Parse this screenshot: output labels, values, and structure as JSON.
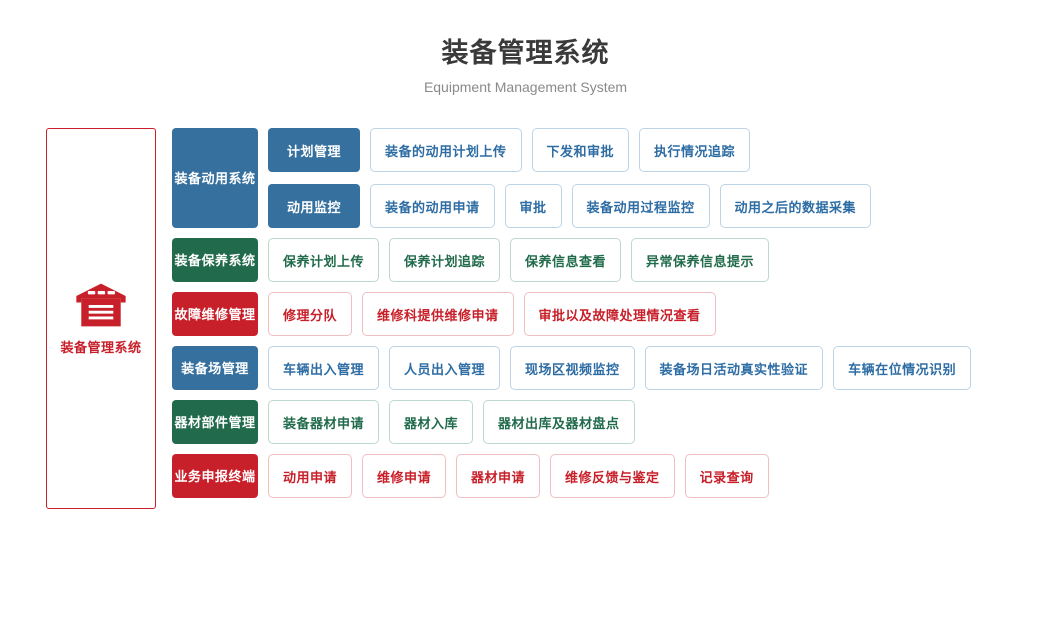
{
  "header": {
    "title": "装备管理系统",
    "subtitle": "Equipment Management System"
  },
  "brand": {
    "icon": "warehouse-icon",
    "label": "装备管理系统",
    "color": "#c8202a"
  },
  "palette": {
    "blue": "#35709e",
    "green": "#216b4c",
    "red": "#c8202a",
    "blue_chip_border": "#bcd4e6",
    "green_chip_border": "#bcd9cb",
    "red_chip_border": "#f0bfc2",
    "blue_chip_text": "#2e6da4",
    "title_color": "#3a3a3a",
    "subtitle_color": "#8a8a8a"
  },
  "groups": [
    {
      "label": "装备动用系统",
      "color": "blue",
      "stacked": true,
      "subrows": [
        {
          "label": "计划管理",
          "items": [
            "装备的动用计划上传",
            "下发和审批",
            "执行情况追踪"
          ]
        },
        {
          "label": "动用监控",
          "items": [
            "装备的动用申请",
            "审批",
            "装备动用过程监控",
            "动用之后的数据采集"
          ]
        }
      ]
    },
    {
      "label": "装备保养系统",
      "color": "green",
      "stacked": false,
      "items": [
        "保养计划上传",
        "保养计划追踪",
        "保养信息查看",
        "异常保养信息提示"
      ]
    },
    {
      "label": "故障维修管理",
      "color": "red",
      "stacked": false,
      "items": [
        "修理分队",
        "维修科提供维修申请",
        "审批以及故障处理情况查看"
      ]
    },
    {
      "label": "装备场管理",
      "color": "blue",
      "stacked": false,
      "items": [
        "车辆出入管理",
        "人员出入管理",
        "现场区视频监控",
        "装备场日活动真实性验证",
        "车辆在位情况识别"
      ]
    },
    {
      "label": "器材部件管理",
      "color": "green",
      "stacked": false,
      "items": [
        "装备器材申请",
        "器材入库",
        "器材出库及器材盘点"
      ]
    },
    {
      "label": "业务申报终端",
      "color": "red",
      "stacked": false,
      "items": [
        "动用申请",
        "维修申请",
        "器材申请",
        "维修反馈与鉴定",
        "记录查询"
      ]
    }
  ]
}
